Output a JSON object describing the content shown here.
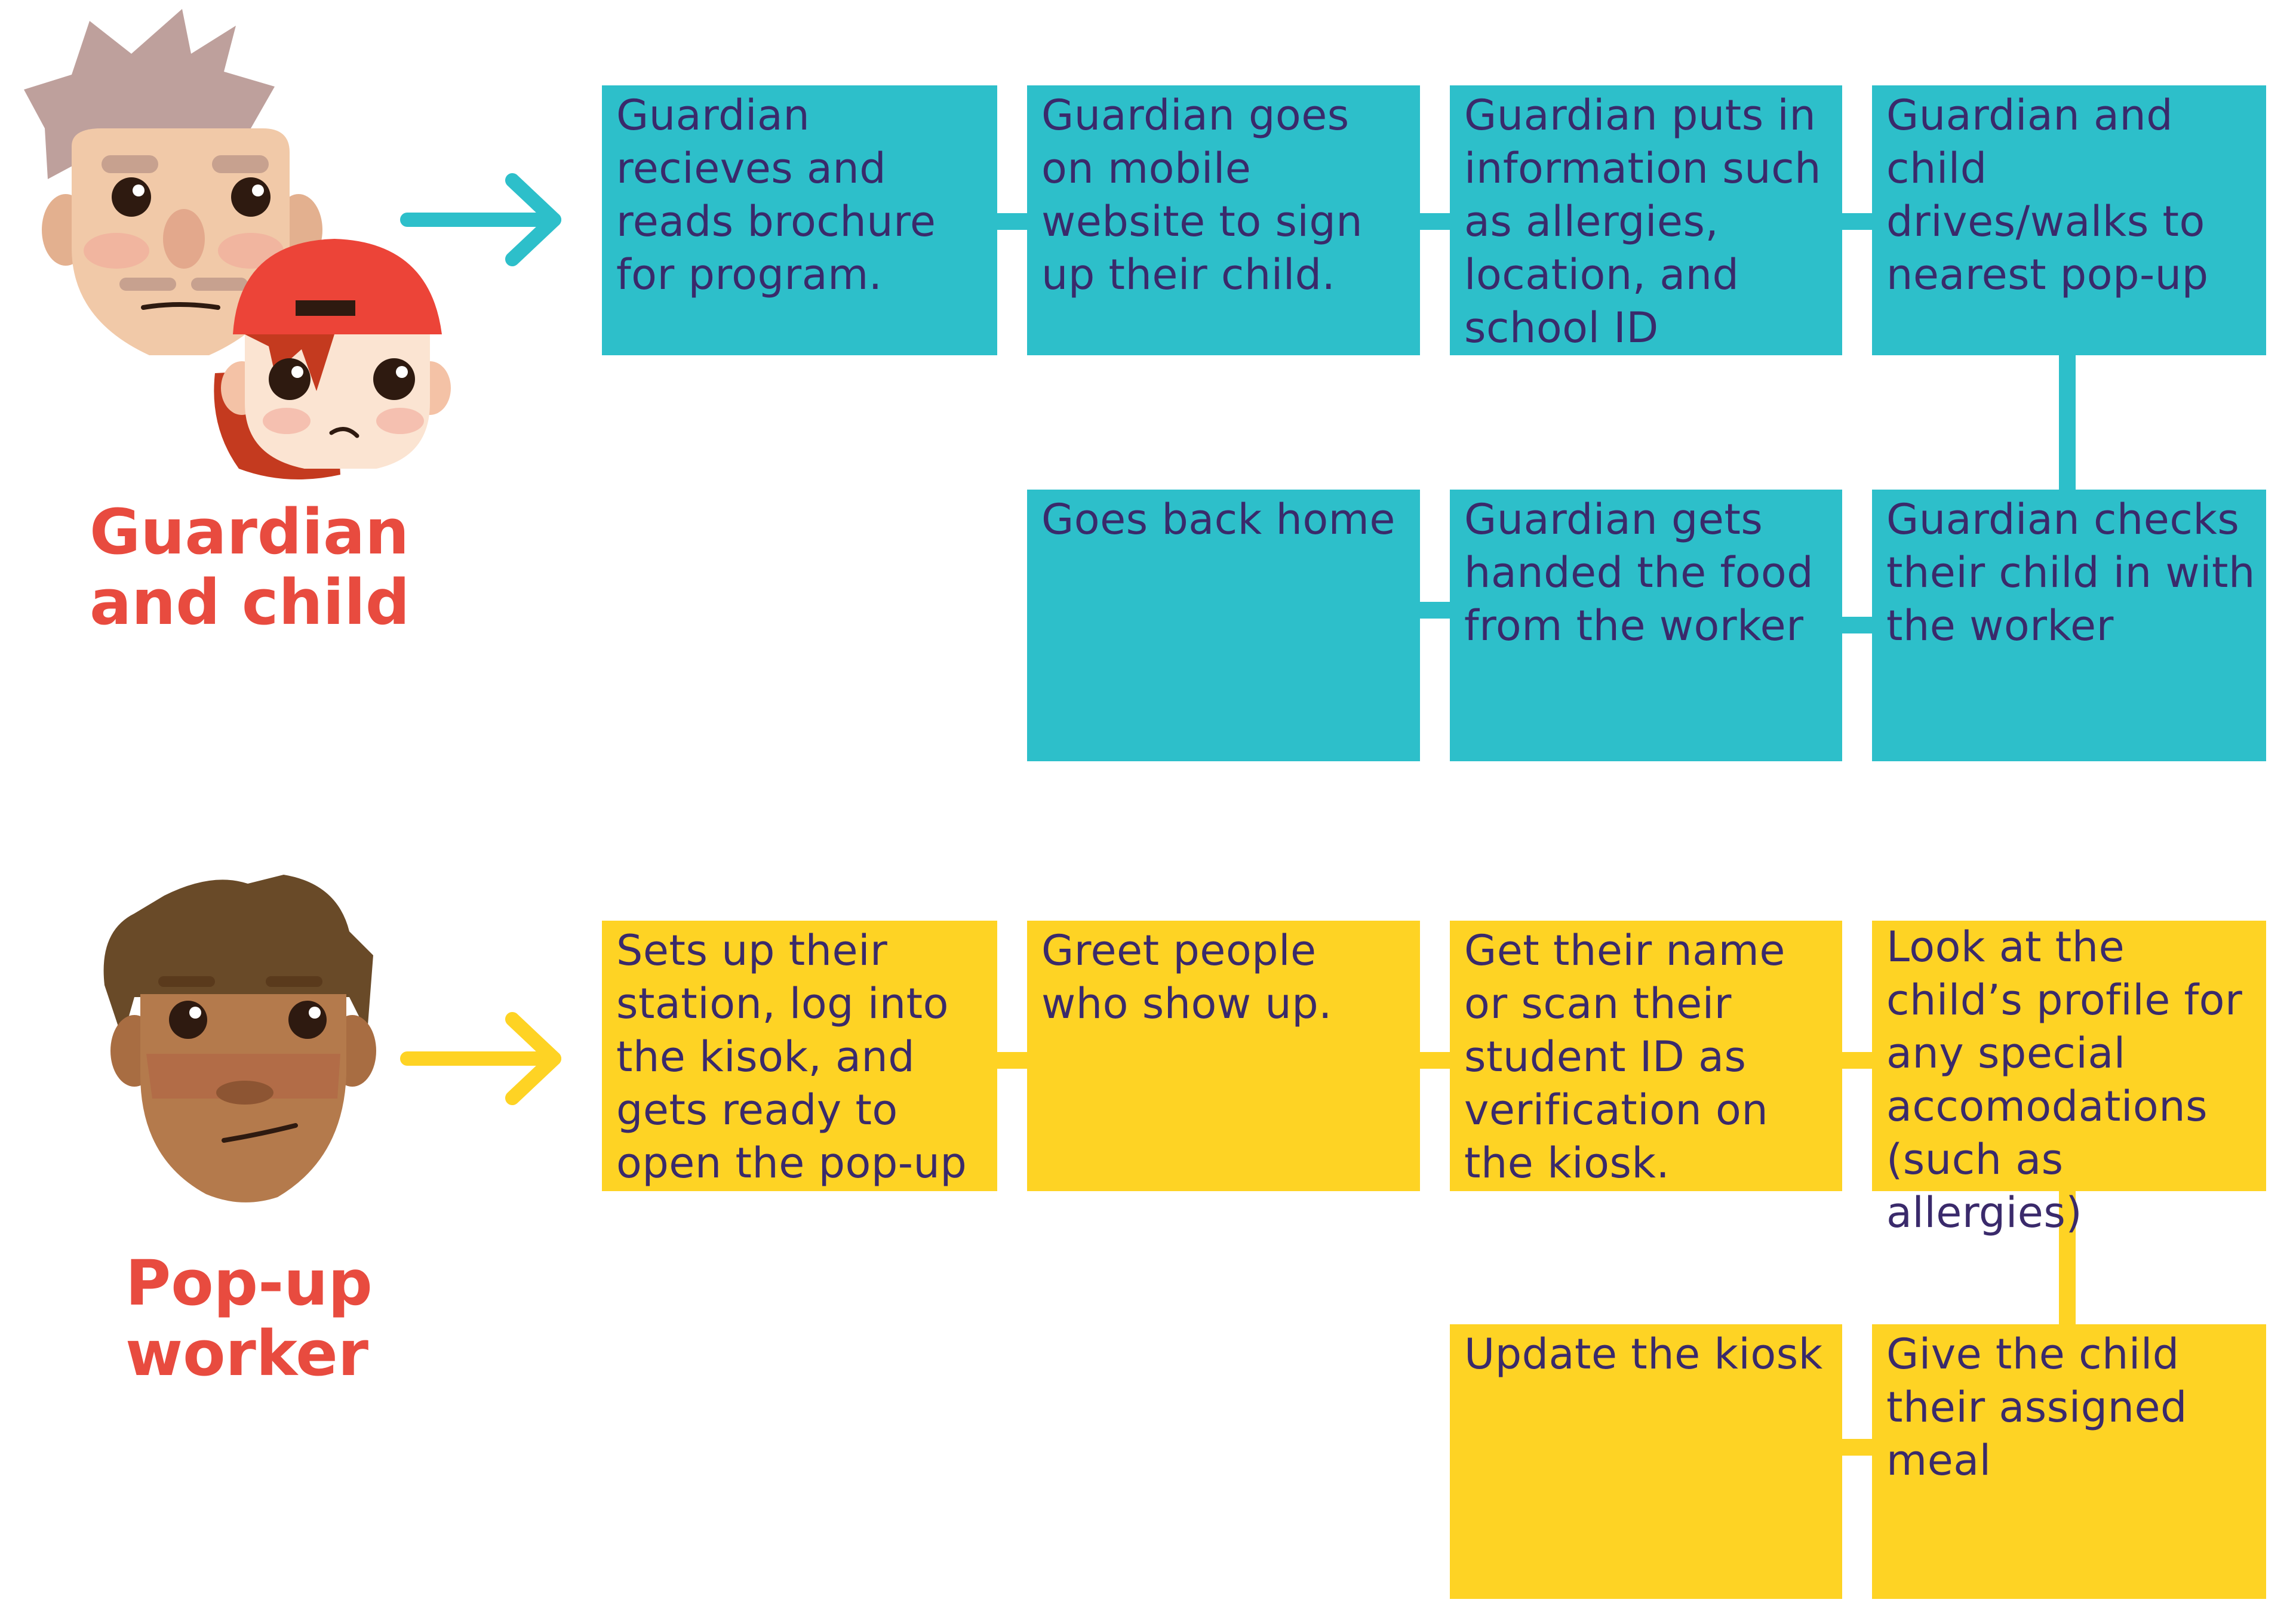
{
  "colors": {
    "guardian_flow": "#2dbfca",
    "worker_flow": "#fed324",
    "label": "#e84b3f",
    "text": "#3a2a6b"
  },
  "actors": {
    "guardian": {
      "label": "Guardian\nand child",
      "icons": [
        "guardian-face-icon",
        "child-face-icon",
        "arrow-right-icon"
      ]
    },
    "worker": {
      "label": "Pop-up\nworker",
      "icons": [
        "worker-face-icon",
        "arrow-right-icon"
      ]
    }
  },
  "guardian_steps": [
    "Guardian recieves and reads brochure for program.",
    "Guardian goes on mobile website to sign up their child.",
    "Guardian puts in information such as allergies, location, and school ID",
    "Guardian and child drives/walks to nearest pop-up",
    "Guardian checks their child in with the worker",
    "Guardian gets handed the food from the worker",
    "Goes back home"
  ],
  "worker_steps": [
    "Sets up their station, log into the kisok, and gets ready to open the pop-up",
    "Greet people who show up.",
    "Get their name or scan their student ID as verification on the kiosk.",
    "Look at the child’s profile for any special accomodations (such as allergies)",
    "Give the child their assigned meal",
    "Update the kiosk"
  ]
}
